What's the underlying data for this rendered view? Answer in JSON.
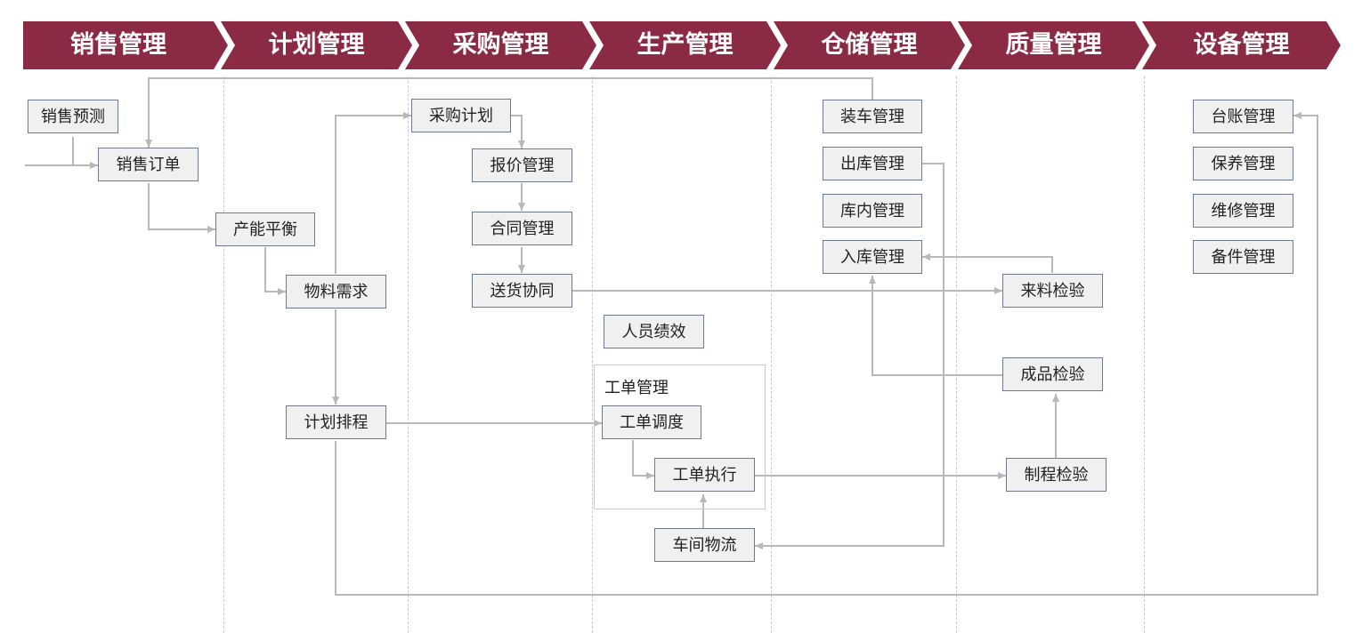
{
  "header": {
    "stages": [
      "销售管理",
      "计划管理",
      "采购管理",
      "生产管理",
      "仓储管理",
      "质量管理",
      "设备管理"
    ],
    "color": "#8b2a44"
  },
  "nodes": {
    "sales_forecast": "销售预测",
    "sales_order": "销售订单",
    "capacity_balance": "产能平衡",
    "material_demand": "物料需求",
    "plan_schedule": "计划排程",
    "purchase_plan": "采购计划",
    "quote_mgmt": "报价管理",
    "contract_mgmt": "合同管理",
    "delivery_collab": "送货协同",
    "staff_performance": "人员绩效",
    "work_order_group": "工单管理",
    "work_order_dispatch": "工单调度",
    "work_order_exec": "工单执行",
    "workshop_logistics": "车间物流",
    "loading_mgmt": "装车管理",
    "outbound_mgmt": "出库管理",
    "inventory_mgmt": "库内管理",
    "inbound_mgmt": "入库管理",
    "incoming_inspection": "来料检验",
    "finished_inspection": "成品检验",
    "process_inspection": "制程检验",
    "ledger_mgmt": "台账管理",
    "maintenance_mgmt": "保养管理",
    "repair_mgmt": "维修管理",
    "spare_parts_mgmt": "备件管理"
  },
  "colors": {
    "connector": "#b8b8b8",
    "node_border": "#6d7b8a",
    "node_fill": "#f0f0f0"
  }
}
